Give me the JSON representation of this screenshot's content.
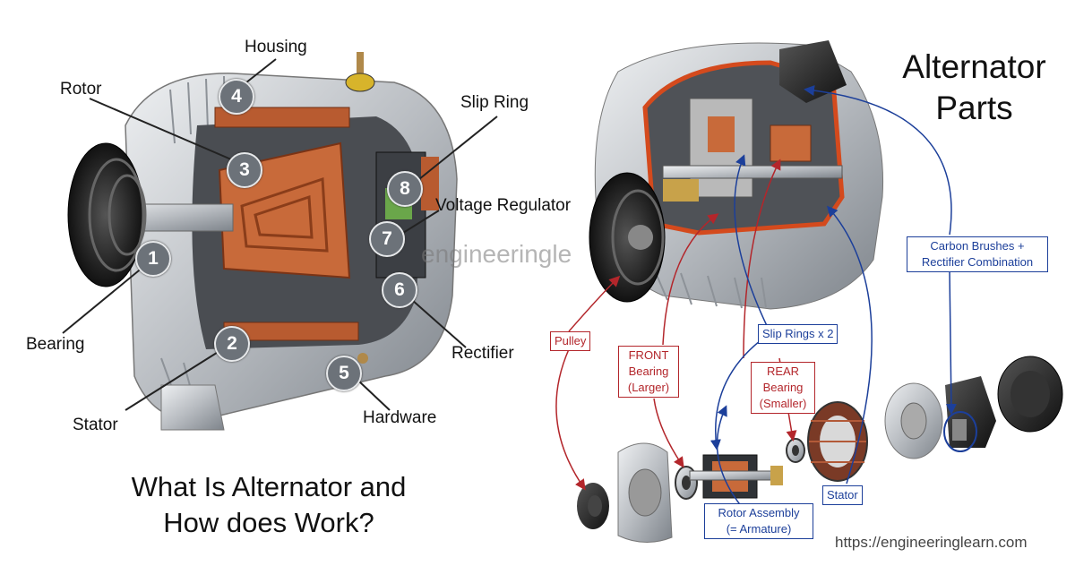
{
  "left_labels": {
    "housing": "Housing",
    "rotor": "Rotor",
    "slip_ring": "Slip Ring",
    "voltage_regulator": "Voltage Regulator",
    "rectifier": "Rectifier",
    "hardware": "Hardware",
    "stator": "Stator",
    "bearing": "Bearing"
  },
  "markers": [
    "1",
    "2",
    "3",
    "4",
    "5",
    "6",
    "7",
    "8"
  ],
  "title": {
    "main_line1": "What Is Alternator and",
    "main_line2": "How does Work?",
    "right_line1": "Alternator",
    "right_line2": "Parts"
  },
  "right_labels": {
    "carbon_brushes_line1": "Carbon Brushes +",
    "carbon_brushes_line2": "Rectifier Combination",
    "slip_rings": "Slip Rings x 2",
    "pulley": "Pulley",
    "front_bearing_line1": "FRONT",
    "front_bearing_line2": "Bearing",
    "front_bearing_line3": "(Larger)",
    "rear_bearing_line1": "REAR",
    "rear_bearing_line2": "Bearing",
    "rear_bearing_line3": "(Smaller)",
    "stator": "Stator",
    "rotor_assembly_line1": "Rotor Assembly",
    "rotor_assembly_line2": "(= Armature)"
  },
  "watermark": "engineeringle",
  "url": "https://engineeringlearn.com",
  "colors": {
    "red": "#b3262b",
    "blue": "#1c3f9a",
    "marker": "#6c7279",
    "metal": "#c9ccd0",
    "copper": "#c86a3a"
  }
}
